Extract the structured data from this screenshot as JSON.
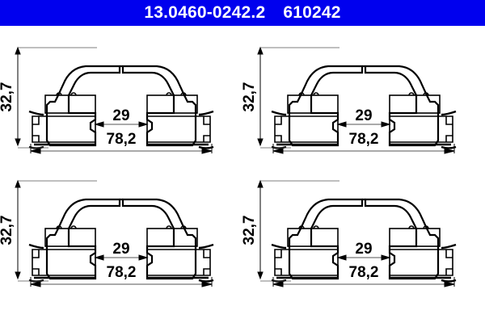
{
  "header": {
    "part_number": "13.0460-0242.2",
    "reference_number": "610242",
    "background_color": "#0000EE",
    "text_color": "#FFFFFF"
  },
  "drawing": {
    "line_color": "#000000",
    "background_color": "#FFFFFF",
    "quadrant_count": 4,
    "quadrants": [
      {
        "name": "clip-top-left",
        "dimensions": {
          "height_label": "32,7",
          "overall_width_label": "78,2",
          "inner_width_label": "29"
        }
      },
      {
        "name": "clip-top-right",
        "dimensions": {
          "height_label": "32,7",
          "overall_width_label": "78,2",
          "inner_width_label": "29"
        }
      },
      {
        "name": "clip-bottom-left",
        "dimensions": {
          "height_label": "32,7",
          "overall_width_label": "78,2",
          "inner_width_label": "29"
        }
      },
      {
        "name": "clip-bottom-right",
        "dimensions": {
          "height_label": "32,7",
          "overall_width_label": "78,2",
          "inner_width_label": "29"
        }
      }
    ]
  }
}
